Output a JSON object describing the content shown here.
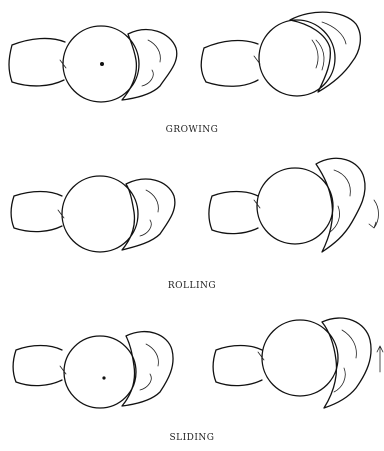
{
  "diagram": {
    "panels": [
      {
        "caption": "GROWING",
        "state": "initial"
      },
      {
        "caption": "ROLLING",
        "state": "initial"
      },
      {
        "caption": "SLIDING",
        "state": "initial"
      }
    ]
  }
}
